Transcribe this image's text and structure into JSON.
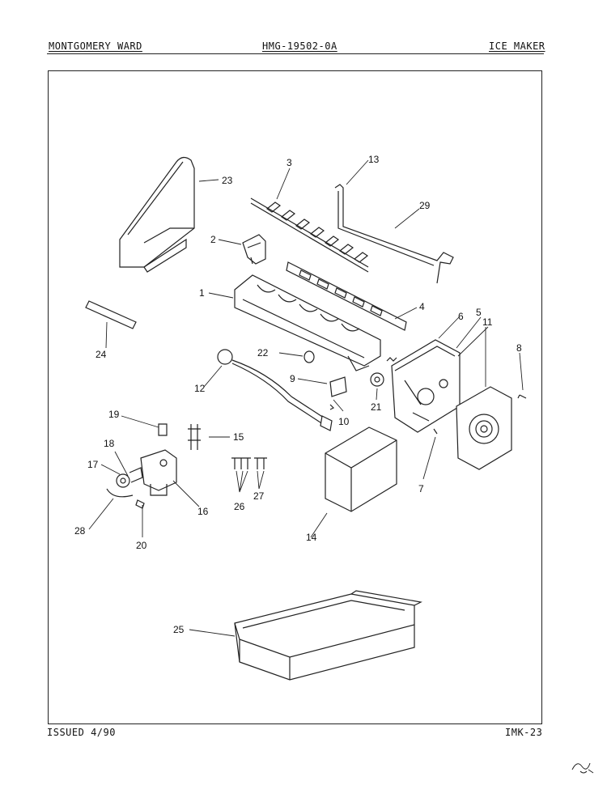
{
  "header": {
    "left": "MONTGOMERY WARD",
    "center": "HMG-19502-0A",
    "right": "ICE MAKER"
  },
  "footer": {
    "issued": "ISSUED 4/90",
    "code": "IMK-23"
  },
  "callouts": {
    "c1": "1",
    "c2": "2",
    "c3": "3",
    "c4": "4",
    "c5": "5",
    "c6": "6",
    "c7": "7",
    "c8": "8",
    "c9": "9",
    "c10": "10",
    "c11": "11",
    "c12": "12",
    "c13": "13",
    "c14": "14",
    "c15": "15",
    "c16": "16",
    "c17": "17",
    "c18": "18",
    "c19": "19",
    "c20": "20",
    "c21": "21",
    "c22": "22",
    "c23": "23",
    "c24": "24",
    "c25": "25",
    "c26": "26",
    "c27": "27",
    "c28": "28",
    "c29": "29"
  }
}
